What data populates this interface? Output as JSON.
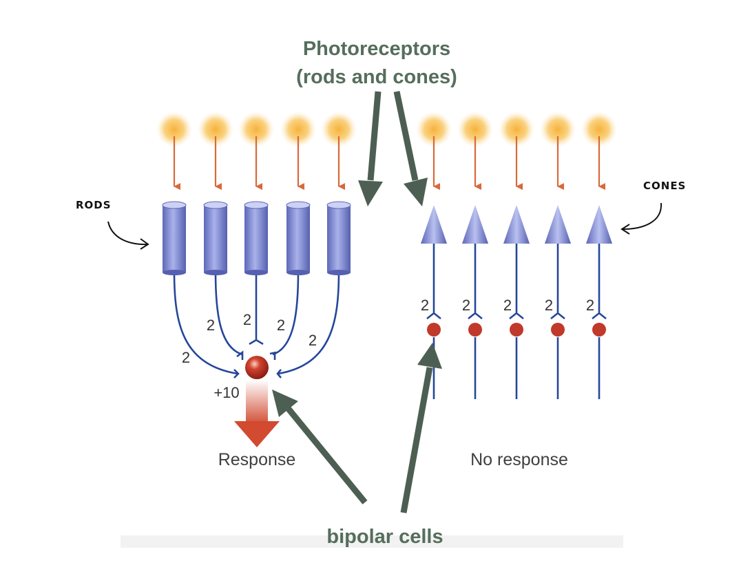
{
  "title": {
    "line1": "Photoreceptors",
    "line2": "(rods and cones)"
  },
  "labels": {
    "rods": "RODS",
    "cones": "CONES",
    "bipolar": "bipolar cells",
    "response": "Response",
    "no_response": "No response",
    "rod_output": "+10"
  },
  "rod_signals": [
    "2",
    "2",
    "2",
    "2",
    "2"
  ],
  "cone_signals": [
    "2",
    "2",
    "2",
    "2",
    "2"
  ],
  "colors": {
    "title_green": "#556e5c",
    "arrow_green": "#4d5f53",
    "light_orange": "#d9683a",
    "photoreceptor_blue": "#6f7cc7",
    "wire_blue": "#25469a",
    "bipolar_red": "#c0392b"
  }
}
